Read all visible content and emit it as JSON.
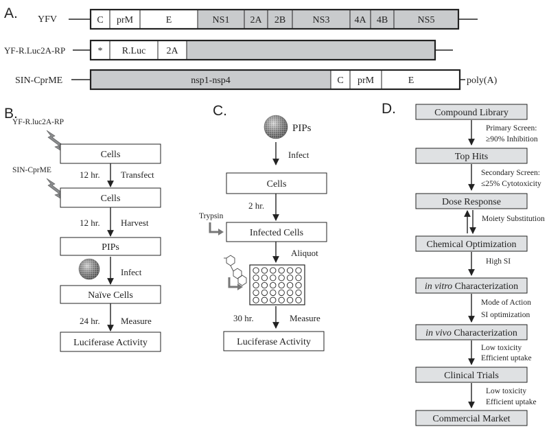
{
  "panel_labels": {
    "a": "A.",
    "b": "B.",
    "c": "C.",
    "d": "D."
  },
  "panel_a": {
    "yfv": {
      "name": "YFV",
      "segments": [
        "C",
        "prM",
        "E",
        "NS1",
        "2A",
        "2B",
        "NS3",
        "4A",
        "4B",
        "NS5"
      ]
    },
    "replicon": {
      "name": "YF-R.Luc2A-RP",
      "segments": [
        "*",
        "R.Luc",
        "2A"
      ]
    },
    "sin": {
      "name": "SIN-CprME",
      "segments": [
        "nsp1-nsp4",
        "C",
        "prM",
        "E"
      ],
      "tail": "poly(A)"
    }
  },
  "panel_b": {
    "reagent_top": "YF-R.luc2A-RP",
    "reagent_mid": "SIN-CprME",
    "boxes": [
      "Cells",
      "Cells",
      "PIPs",
      "Naïve Cells",
      "Luciferase Activity"
    ],
    "steps": [
      {
        "time": "12 hr.",
        "action": "Transfect"
      },
      {
        "time": "12 hr.",
        "action": "Harvest"
      },
      {
        "time": "",
        "action": "Infect"
      },
      {
        "time": "24 hr.",
        "action": "Measure"
      }
    ]
  },
  "panel_c": {
    "pips": "PIPs",
    "trypsin": "Trypsin",
    "boxes": [
      "Cells",
      "Infected Cells",
      "Luciferase Activity"
    ],
    "steps": [
      {
        "time": "",
        "action": "Infect"
      },
      {
        "time": "2 hr.",
        "action": ""
      },
      {
        "time": "",
        "action": "Aliquot"
      },
      {
        "time": "30 hr.",
        "action": "Measure"
      }
    ]
  },
  "panel_d": {
    "boxes": [
      "Compound Library",
      "Top Hits",
      "Dose Response",
      "Chemical Optimization",
      {
        "italic": "in vitro",
        "rest": " Characterization"
      },
      {
        "italic": "in vivo",
        "rest": " Characterization"
      },
      "Clinical Trials",
      "Commercial Market"
    ],
    "steps": [
      [
        "Primary Screen:",
        "≥90% Inhibition"
      ],
      [
        "Secondary Screen:",
        "≤25% Cytotoxicity"
      ],
      [
        "Moiety Substitution"
      ],
      [
        "High SI"
      ],
      [
        "Mode of Action",
        "SI optimization"
      ],
      [
        "Low toxicity",
        "Efficient uptake"
      ],
      [
        "Low toxicity",
        "Efficient uptake"
      ]
    ]
  }
}
